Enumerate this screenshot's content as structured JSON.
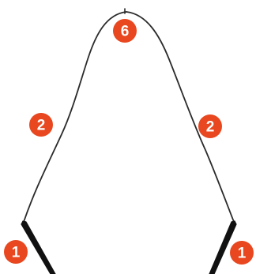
{
  "diagram": {
    "badges": [
      {
        "id": "top",
        "label": "6"
      },
      {
        "id": "left-middle",
        "label": "2"
      },
      {
        "id": "right-middle",
        "label": "2"
      },
      {
        "id": "left-bottom",
        "label": "1"
      },
      {
        "id": "right-bottom",
        "label": "1"
      }
    ]
  },
  "colors": {
    "outline": "#2b2b2b",
    "outline_inner": "#6e6e6e",
    "badge_fill": "#e8471f",
    "badge_text": "#ffffff",
    "background": "#ffffff"
  }
}
